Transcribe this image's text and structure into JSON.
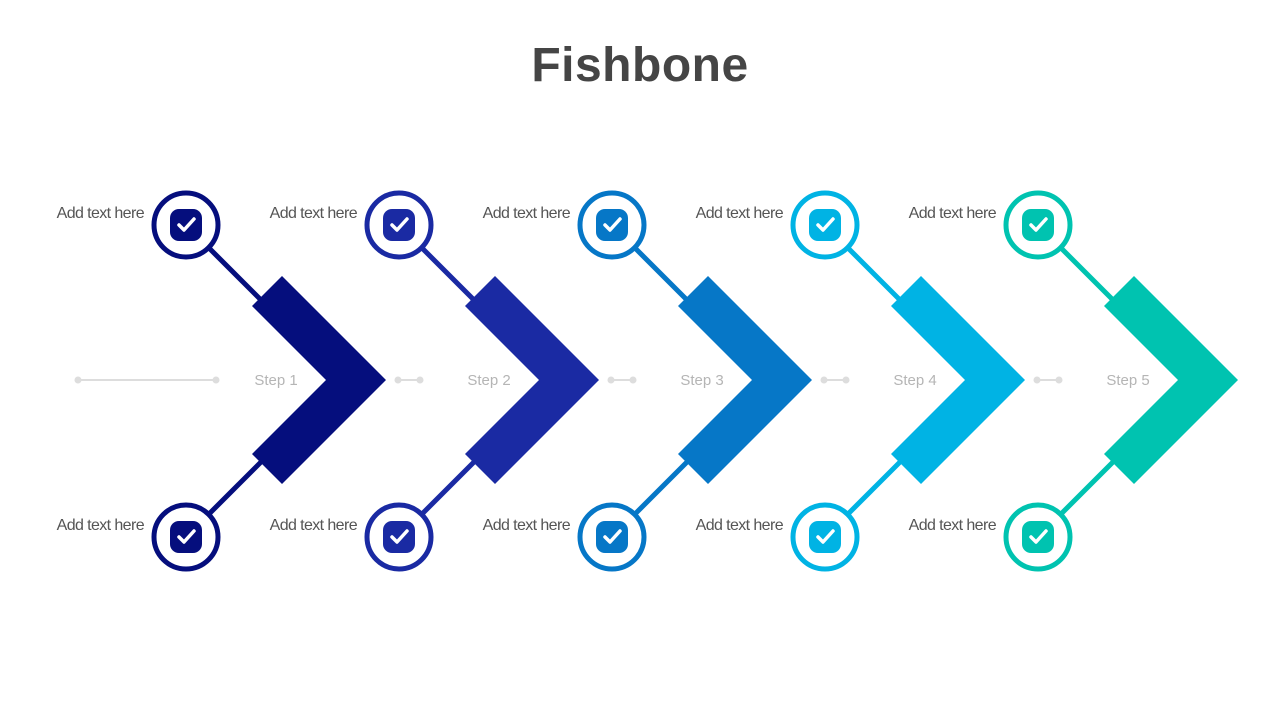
{
  "title": "Fishbone",
  "steps": [
    {
      "label": "Step 1",
      "color": "#050e7d",
      "top_text": "Add text here",
      "bottom_text": "Add text here",
      "icon": "checkbox-check-icon"
    },
    {
      "label": "Step 2",
      "color": "#1a2aa3",
      "top_text": "Add text here",
      "bottom_text": "Add text here",
      "icon": "checkbox-check-icon"
    },
    {
      "label": "Step 3",
      "color": "#0677c7",
      "top_text": "Add text here",
      "bottom_text": "Add text here",
      "icon": "checkbox-check-icon"
    },
    {
      "label": "Step 4",
      "color": "#00b3e4",
      "top_text": "Add text here",
      "bottom_text": "Add text here",
      "icon": "checkbox-check-icon"
    },
    {
      "label": "Step 5",
      "color": "#00c3b0",
      "top_text": "Add text here",
      "bottom_text": "Add text here",
      "icon": "checkbox-check-icon"
    }
  ],
  "spine_color": "#dddddd"
}
